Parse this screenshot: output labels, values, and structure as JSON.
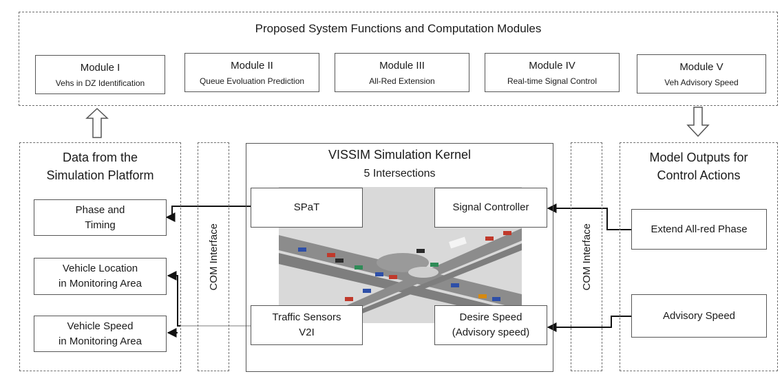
{
  "top_panel": {
    "title": "Proposed System Functions and Computation Modules",
    "modules": [
      {
        "name": "Module I",
        "desc": "Vehs in DZ Identification"
      },
      {
        "name": "Module II",
        "desc": "Queue Evoluation Prediction"
      },
      {
        "name": "Module III",
        "desc": "All-Red Extension"
      },
      {
        "name": "Module IV",
        "desc": "Real-time Signal Control"
      },
      {
        "name": "Module V",
        "desc": "Veh Advisory Speed"
      }
    ]
  },
  "left_panel": {
    "title_line1": "Data from the",
    "title_line2": "Simulation Platform",
    "boxes": [
      {
        "line1": "Phase and",
        "line2": "Timing"
      },
      {
        "line1": "Vehicle Location",
        "line2": "in Monitoring Area"
      },
      {
        "line1": "Vehicle Speed",
        "line2": "in Monitoring Area"
      }
    ]
  },
  "com_interface_label": "COM Interface",
  "kernel": {
    "title": "VISSIM Simulation Kernel",
    "subtitle": "5 Intersections",
    "spat": "SPaT",
    "signal_controller": "Signal Controller",
    "traffic_sensors_line1": "Traffic Sensors",
    "traffic_sensors_line2": "V2I",
    "desire_speed_line1": "Desire Speed",
    "desire_speed_line2": "(Advisory speed)"
  },
  "right_panel": {
    "title_line1": "Model Outputs for",
    "title_line2": "Control Actions",
    "boxes": [
      "Extend All-red Phase",
      "Advisory Speed"
    ]
  },
  "colors": {
    "dashed_border": "#6e6e6e",
    "road": "#8c8c8c",
    "ground": "#d9d9d9",
    "connector_gray": "#bdbdbd",
    "arrow_black": "#111111"
  }
}
